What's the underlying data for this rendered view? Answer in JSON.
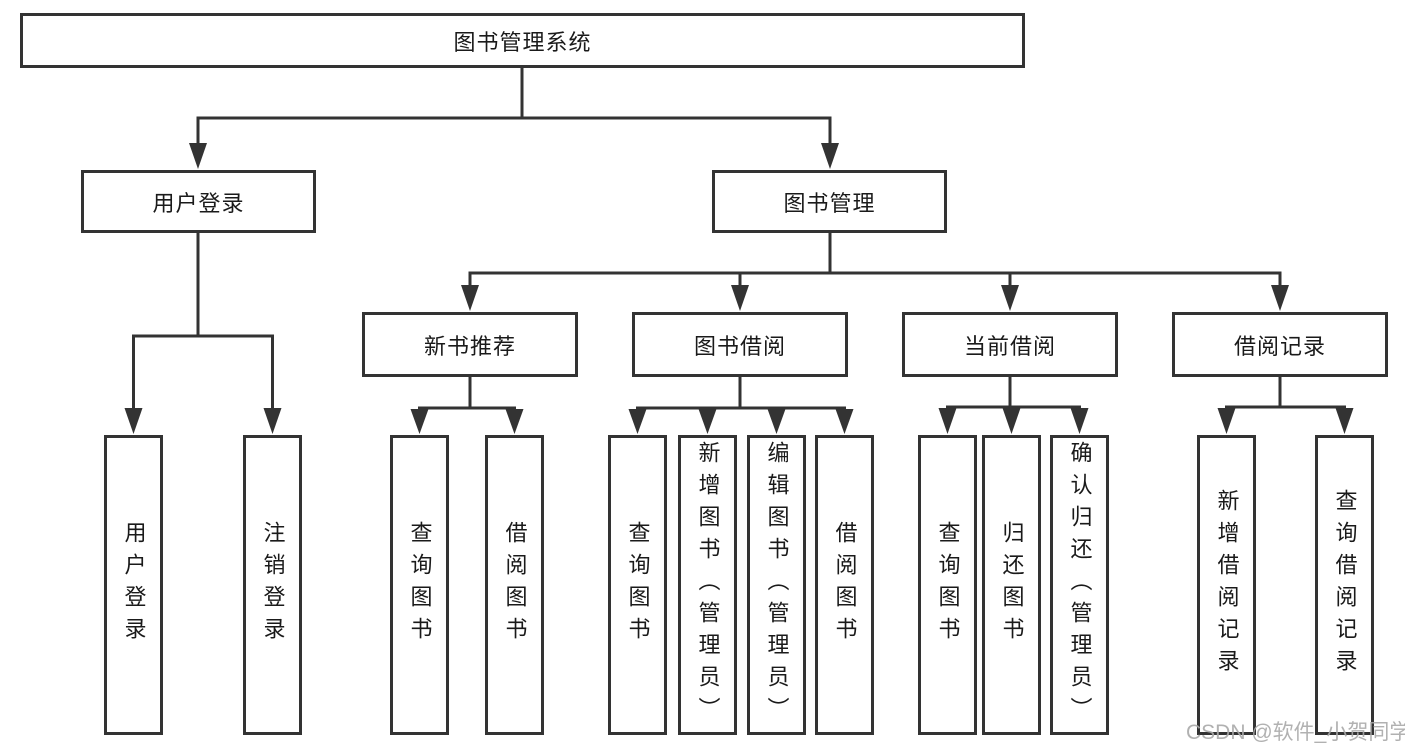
{
  "diagram_type": "tree",
  "root": {
    "label": "图书管理系统"
  },
  "level2": [
    {
      "id": "user-login",
      "label": "用户登录"
    },
    {
      "id": "book-management",
      "label": "图书管理"
    }
  ],
  "level3": [
    {
      "id": "new-book-recommendation",
      "label": "新书推荐",
      "parent": "图书管理"
    },
    {
      "id": "book-borrowing",
      "label": "图书借阅",
      "parent": "图书管理"
    },
    {
      "id": "current-borrowing",
      "label": "当前借阅",
      "parent": "图书管理"
    },
    {
      "id": "borrowing-records",
      "label": "借阅记录",
      "parent": "图书管理"
    }
  ],
  "leaves": [
    {
      "parent": "用户登录",
      "label": "用户登录"
    },
    {
      "parent": "用户登录",
      "label": "注销登录"
    },
    {
      "parent": "新书推荐",
      "label": "查询图书"
    },
    {
      "parent": "新书推荐",
      "label": "借阅图书"
    },
    {
      "parent": "图书借阅",
      "label": "查询图书"
    },
    {
      "parent": "图书借阅",
      "label": "新增图书（管理员）"
    },
    {
      "parent": "图书借阅",
      "label": "编辑图书（管理员）"
    },
    {
      "parent": "图书借阅",
      "label": "借阅图书"
    },
    {
      "parent": "当前借阅",
      "label": "查询图书"
    },
    {
      "parent": "当前借阅",
      "label": "归还图书"
    },
    {
      "parent": "当前借阅",
      "label": "确认归还（管理员）"
    },
    {
      "parent": "借阅记录",
      "label": "新增借阅记录"
    },
    {
      "parent": "借阅记录",
      "label": "查询借阅记录"
    }
  ],
  "watermark": "CSDN @软件_小贺同学",
  "colors": {
    "line": "#333333",
    "text": "#1a1a1a",
    "box_fill": "#ffffff",
    "background": "#ffffff",
    "watermark": "#a8a8a8"
  }
}
